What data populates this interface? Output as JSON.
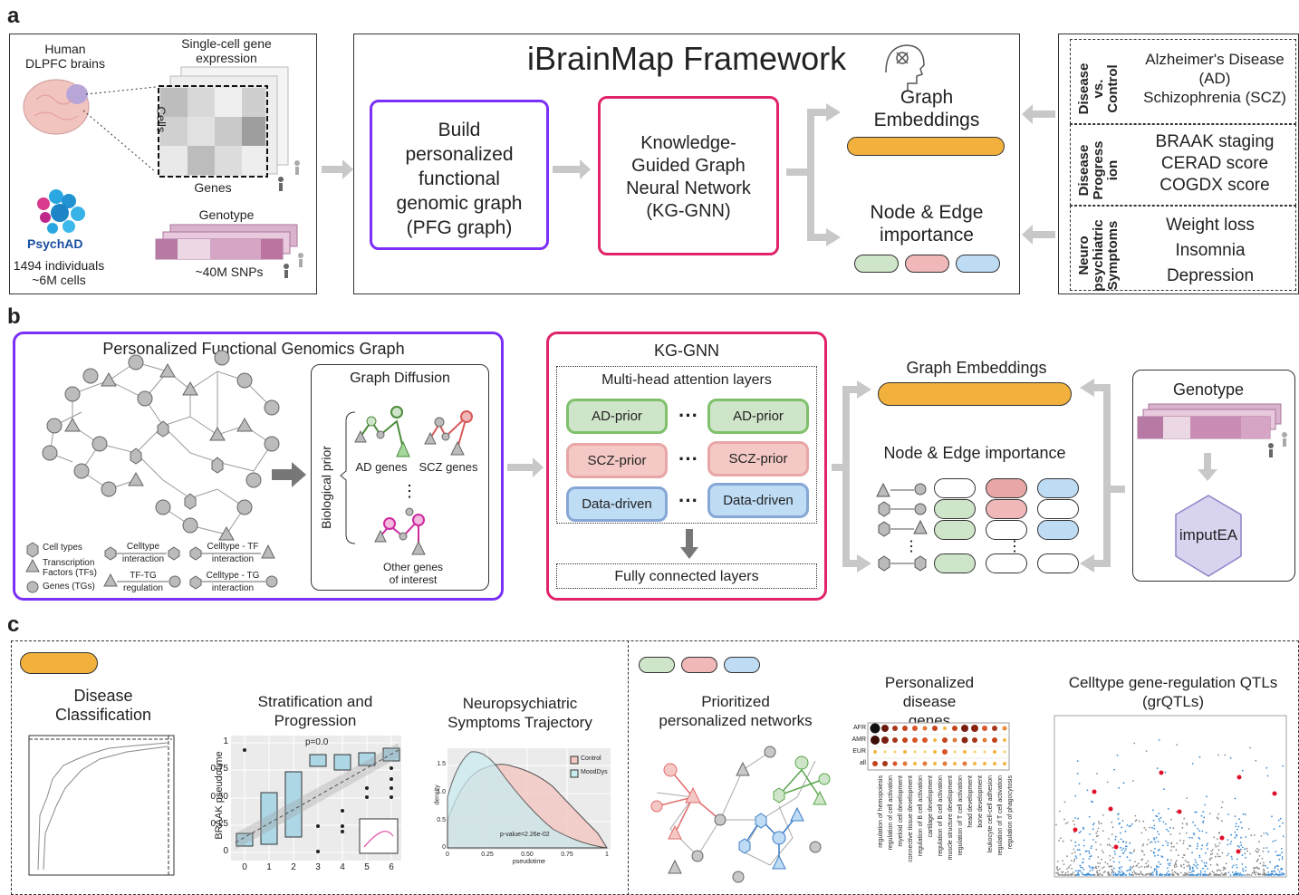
{
  "panels": {
    "a": "a",
    "b": "b",
    "c": "c"
  },
  "panel_a": {
    "human_label": "Human\nDLPFC brains",
    "scexpr_label": "Single-cell gene\nexpression",
    "cells_label": "Cells",
    "genes_label": "Genes",
    "psychad_label": "PsychAD",
    "cohort_label": "1494 individuals\n~6M cells",
    "genotype_label": "Genotype",
    "snps_label": "~40M SNPs",
    "framework_title": "iBrainMap Framework",
    "pfg_box": "Build\npersonalized\nfunctional\ngenomic graph\n(PFG graph)",
    "kggnn_box": "Knowledge-\nGuided Graph\nNeural Network\n(KG-GNN)",
    "graph_embeddings": "Graph\nEmbeddings",
    "node_edge_importance": "Node & Edge\nimportance",
    "outcomes": [
      {
        "heading": "Disease\nvs.\nControl",
        "items": "Alzheimer's Disease\n(AD)\nSchizophrenia (SCZ)"
      },
      {
        "heading": "Disease\nProgress\nion",
        "items": "BRAAK staging\nCERAD score\nCOGDX score"
      },
      {
        "heading": "Neuro\npsychiatric\nSymptoms",
        "items": "Weight loss\nInsomnia\nDepression"
      }
    ]
  },
  "panel_b": {
    "pfg_title": "Personalized Functional Genomics Graph",
    "graph_diffusion": "Graph Diffusion",
    "biological_prior": "Biological prior",
    "ad_genes": "AD genes",
    "scz_genes": "SCZ genes",
    "other_genes": "Other genes\nof interest",
    "legend": {
      "cell_types": "Cell types",
      "tfs": "Transcription\nFactors (TFs)",
      "tgs": "Genes (TGs)",
      "celltype_interaction": "Celltype\ninteraction",
      "celltype_tf": "Celltype - TF\ninteraction",
      "tf_tg": "TF-TG\nregulation",
      "celltype_tg": "Celltype - TG\ninteraction"
    },
    "kggnn_title": "KG-GNN",
    "multihead": "Multi-head attention layers",
    "ad_prior": "AD-prior",
    "scz_prior": "SCZ-prior",
    "data_driven": "Data-driven",
    "dots": "···",
    "fully_connected": "Fully connected layers",
    "graph_embeddings": "Graph Embeddings",
    "node_edge_importance": "Node & Edge importance",
    "genotype": "Genotype",
    "imputea": "imputEA"
  },
  "panel_c": {
    "disease_classification": "Disease\nClassification",
    "stratification": "Stratification and\nProgression",
    "neuropsych": "Neuropsychiatric\nSymptoms Trajectory",
    "prioritized": "Prioritized\npersonalized networks",
    "personalized_genes": "Personalized disease\ngenes",
    "grqtls": "Celltype gene-regulation QTLs\n(grQTLs)",
    "box_ylabel": "BRAAK pseudotime",
    "box_pval": "p=0.0",
    "box_xticks": [
      "0",
      "1",
      "2",
      "3",
      "4",
      "5",
      "6"
    ],
    "box_yticks": [
      "0",
      "0.25",
      "0.50",
      "0.75",
      "1"
    ],
    "density_ylabel": "density",
    "density_xlabel": "pseudotime",
    "density_pval": "p-value=2.26e-02",
    "density_legend": [
      "Control",
      "MoodDys"
    ],
    "density_xticks": [
      "0",
      "0.25",
      "0.50",
      "0.75",
      "1"
    ],
    "density_yticks": [
      "0",
      "0.5",
      "1.0",
      "1.5"
    ],
    "heat_rows": [
      "AFR",
      "AMR",
      "EUR",
      "all"
    ],
    "heat_cols": [
      "regulation of hemopoiesis",
      "regulation of cell activation",
      "myeloid cell development",
      "connective tissue development",
      "regulation of B cell activation",
      "cartilage development",
      "regulation of B cell activation",
      "muscle structure development",
      "regulation of T cell activation",
      "head development",
      "bone development",
      "leukocyte cell-cell adhesion",
      "regulation of T cell activation",
      "regulation of phagocytosis"
    ]
  },
  "colors": {
    "purple": "#7b2ff7",
    "crimson": "#e0236b",
    "orange": "#f2b13c",
    "green": "#cfe5c9",
    "red": "#f0b8b8",
    "blue": "#bfdcf5",
    "arrow": "#c8c8c8"
  }
}
